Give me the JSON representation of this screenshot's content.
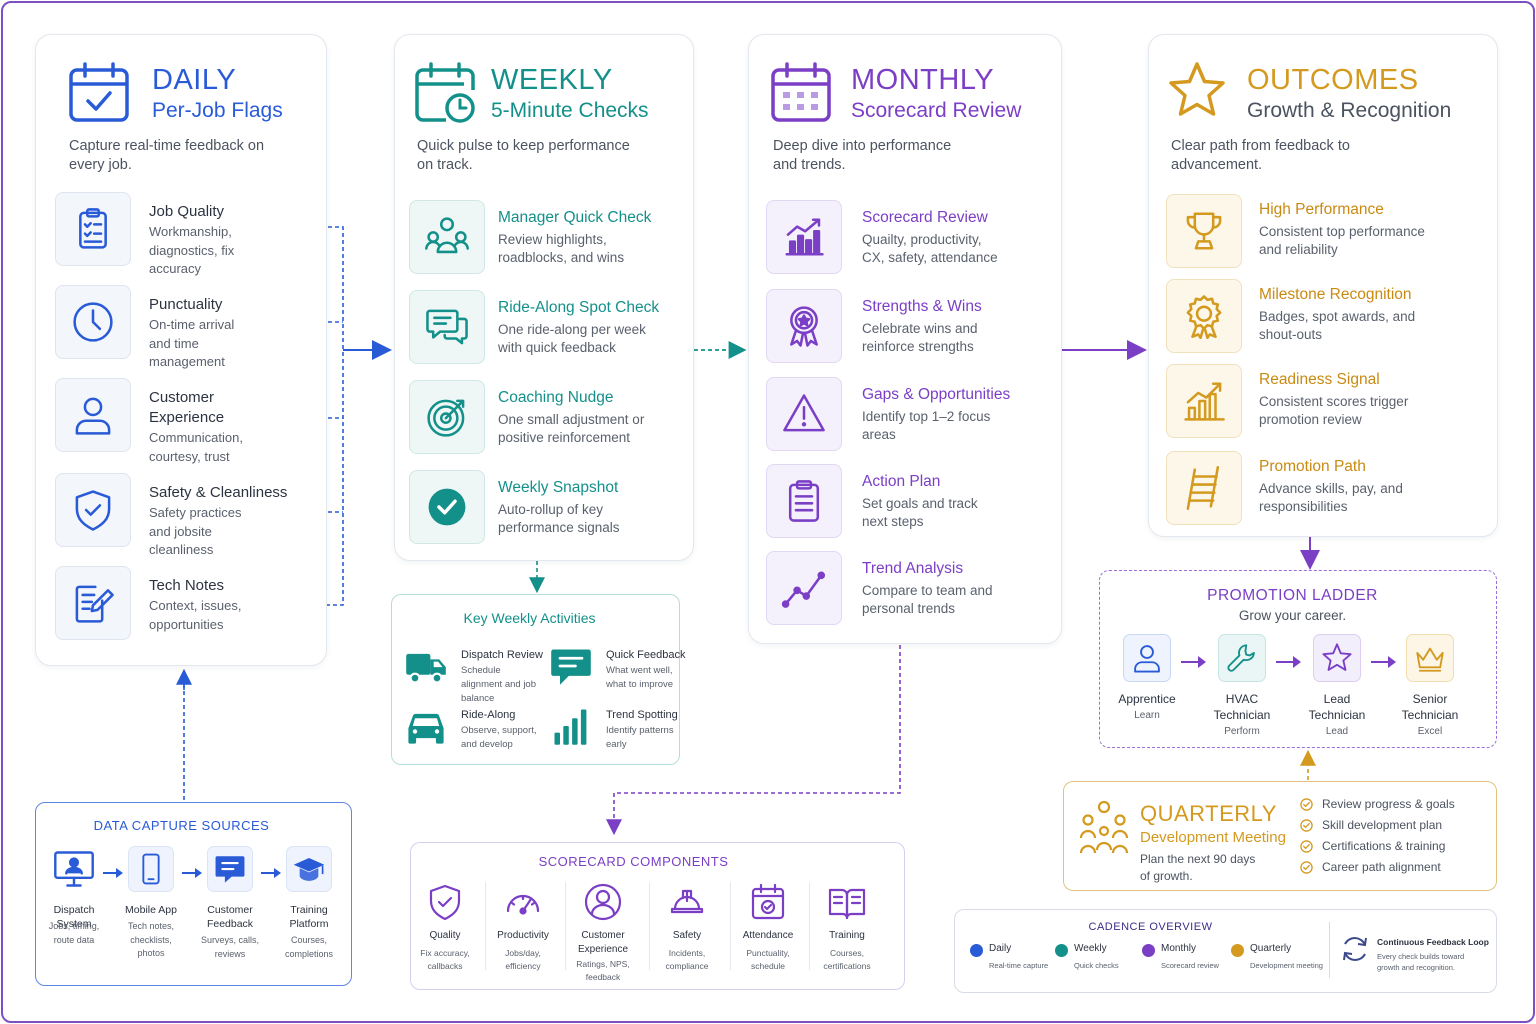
{
  "daily": {
    "title": "DAILY",
    "subtitle": "Per-Job Flags",
    "desc": "Capture real-time feedback on every job.",
    "items": [
      {
        "title": "Job Quality",
        "desc": "Workmanship, diagnostics, fix accuracy",
        "icon": "clipboard-check-icon"
      },
      {
        "title": "Punctuality",
        "desc": "On-time arrival and time management",
        "icon": "clock-icon"
      },
      {
        "title": "Customer Experience",
        "desc": "Communication, courtesy, trust",
        "icon": "user-icon"
      },
      {
        "title": "Safety & Cleanliness",
        "desc": "Safety practices and jobsite cleanliness",
        "icon": "shield-check-icon"
      },
      {
        "title": "Tech Notes",
        "desc": "Context, issues, opportunities",
        "icon": "note-edit-icon"
      }
    ]
  },
  "weekly": {
    "title": "WEEKLY",
    "subtitle": "5-Minute Checks",
    "desc": "Quick pulse to keep performance on track.",
    "items": [
      {
        "title": "Manager Quick Check",
        "desc": "Review highlights, roadblocks, and wins",
        "icon": "team-icon"
      },
      {
        "title": "Ride-Along Spot Check",
        "desc": "One ride-along per week with quick feedback",
        "icon": "chat-icon"
      },
      {
        "title": "Coaching Nudge",
        "desc": "One small adjustment or positive reinforcement",
        "icon": "target-icon"
      },
      {
        "title": "Weekly Snapshot",
        "desc": "Auto-rollup of key performance signals",
        "icon": "check-circle-icon"
      }
    ]
  },
  "monthly": {
    "title": "MONTHLY",
    "subtitle": "Scorecard Review",
    "desc": "Deep dive into performance and trends.",
    "items": [
      {
        "title": "Scorecard Review",
        "desc": "Quailty, productivity, CX, safety, attendance",
        "icon": "bar-chart-icon"
      },
      {
        "title": "Strengths & Wins",
        "desc": "Celebrate wins and reinforce strengths",
        "icon": "award-icon"
      },
      {
        "title": "Gaps & Opportunities",
        "desc": "Identify top 1–2 focus areas",
        "icon": "warning-icon"
      },
      {
        "title": "Action Plan",
        "desc": "Set goals and track next steps",
        "icon": "clipboard-list-icon"
      },
      {
        "title": "Trend Analysis",
        "desc": "Compare to team and personal trends",
        "icon": "trend-line-icon"
      }
    ]
  },
  "outcomes": {
    "title": "OUTCOMES",
    "subtitle": "Growth & Recognition",
    "desc": "Clear path from feedback to advancement.",
    "items": [
      {
        "title": "High Performance",
        "desc": "Consistent top performance and reliability",
        "icon": "trophy-icon"
      },
      {
        "title": "Milestone Recognition",
        "desc": "Badges, spot awards, and shout-outs",
        "icon": "badge-icon"
      },
      {
        "title": "Readiness Signal",
        "desc": "Consistent scores trigger promotion review",
        "icon": "growth-chart-icon"
      },
      {
        "title": "Promotion Path",
        "desc": "Advance skills, pay, and responsibilities",
        "icon": "ladder-icon"
      }
    ]
  },
  "key_weekly": {
    "title": "Key Weekly Activities",
    "items": [
      {
        "title": "Dispatch Review",
        "desc": "Schedule alignment and job balance",
        "icon": "truck-icon"
      },
      {
        "title": "Quick Feedback",
        "desc": "What went well, what to improve",
        "icon": "message-icon"
      },
      {
        "title": "Ride-Along",
        "desc": "Observe, support, and develop",
        "icon": "car-icon"
      },
      {
        "title": "Trend Spotting",
        "desc": "Identify patterns early",
        "icon": "signal-bars-icon"
      }
    ]
  },
  "data_sources": {
    "title": "DATA CAPTURE SOURCES",
    "items": [
      {
        "title": "Dispatch System",
        "desc": "Jobs, timing, route data",
        "icon": "monitor-user-icon"
      },
      {
        "title": "Mobile App",
        "desc": "Tech notes, checklists, photos",
        "icon": "phone-icon"
      },
      {
        "title": "Customer Feedback",
        "desc": "Surveys, calls, reviews",
        "icon": "feedback-icon"
      },
      {
        "title": "Training Platform",
        "desc": "Courses, completions",
        "icon": "graduation-cap-icon"
      }
    ]
  },
  "scorecard": {
    "title": "SCORECARD COMPONENTS",
    "items": [
      {
        "title": "Quality",
        "desc": "Fix accuracy, callbacks",
        "icon": "shield-check-icon"
      },
      {
        "title": "Productivity",
        "desc": "Jobs/day, efficiency",
        "icon": "gauge-icon"
      },
      {
        "title": "Customer Experience",
        "desc": "Ratings, NPS, feedback",
        "icon": "user-circle-icon"
      },
      {
        "title": "Safety",
        "desc": "Incidents, compliance",
        "icon": "hard-hat-icon"
      },
      {
        "title": "Attendance",
        "desc": "Punctuality, schedule",
        "icon": "calendar-check-icon"
      },
      {
        "title": "Training",
        "desc": "Courses, certifications",
        "icon": "book-icon"
      }
    ]
  },
  "promotion": {
    "title": "PROMOTION LADDER",
    "subtitle": "Grow your career.",
    "steps": [
      {
        "title": "Apprentice",
        "desc": "Learn",
        "icon": "user-icon"
      },
      {
        "title": "HVAC Technician",
        "desc": "Perform",
        "icon": "wrench-icon"
      },
      {
        "title": "Lead Technician",
        "desc": "Lead",
        "icon": "star-icon"
      },
      {
        "title": "Senior Technician",
        "desc": "Excel",
        "icon": "crown-icon"
      }
    ]
  },
  "quarterly": {
    "title": "QUARTERLY",
    "subtitle": "Development Meeting",
    "desc": "Plan the next 90 days of growth.",
    "checklist": [
      "Review progress & goals",
      "Skill development plan",
      "Certifications & training",
      "Career path alignment"
    ]
  },
  "cadence": {
    "title": "CADENCE OVERVIEW",
    "items": [
      {
        "label": "Daily",
        "desc": "Real-time capture",
        "color": "#2a5bd7"
      },
      {
        "label": "Weekly",
        "desc": "Quick checks",
        "color": "#14908a"
      },
      {
        "label": "Monthly",
        "desc": "Scorecard review",
        "color": "#7b3fc6"
      },
      {
        "label": "Quarterly",
        "desc": "Development meeting",
        "color": "#d49a1f"
      }
    ],
    "loop_title": "Continuous Feedback Loop",
    "loop_desc": "Every check builds toward growth and recognition."
  },
  "colors": {
    "daily": "#2a5bd7",
    "weekly": "#14908a",
    "monthly": "#7b3fc6",
    "outcomes": "#d49a1f"
  }
}
